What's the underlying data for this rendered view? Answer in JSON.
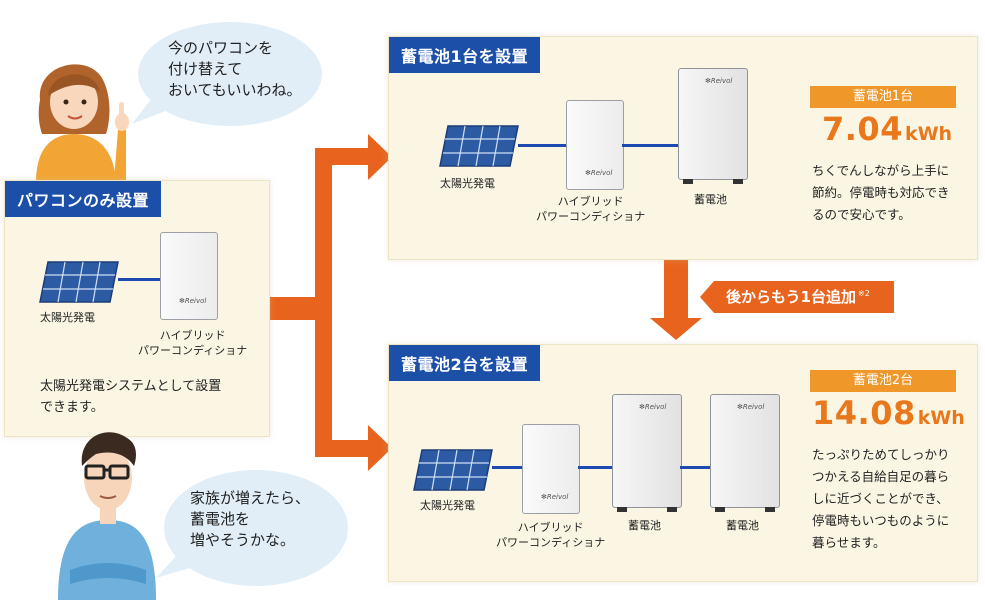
{
  "bubbles": {
    "woman": [
      "今のパワコンを",
      "付け替えて",
      "おいてもいいわね。"
    ],
    "man": [
      "家族が増えたら、",
      "蓄電池を",
      "増やそうかな。"
    ]
  },
  "left_panel": {
    "title": "パワコンのみ設置",
    "solar_label": "太陽光発電",
    "hybrid_label": [
      "ハイブリッド",
      "パワーコンディショナ"
    ],
    "description": [
      "太陽光発電システムとして設置",
      "できます。"
    ]
  },
  "top_panel": {
    "title": "蓄電池1台を設置",
    "solar_label": "太陽光発電",
    "hybrid_label": [
      "ハイブリッド",
      "パワーコンディショナ"
    ],
    "battery_label": "蓄電池",
    "capacity_tag": "蓄電池1台",
    "capacity_value": "7.04",
    "capacity_unit": "kWh",
    "description": [
      "ちくでんしながら上手に",
      "節約。停電時も対応でき",
      "るので安心です。"
    ]
  },
  "add_arrow": {
    "label": "後からもう1台追加",
    "note": "※2"
  },
  "bottom_panel": {
    "title": "蓄電池2台を設置",
    "solar_label": "太陽光発電",
    "hybrid_label": [
      "ハイブリッド",
      "パワーコンディショナ"
    ],
    "battery_label_1": "蓄電池",
    "battery_label_2": "蓄電池",
    "capacity_tag": "蓄電池2台",
    "capacity_value": "14.08",
    "capacity_unit": "kWh",
    "description": [
      "たっぷりためてしっかり",
      "つかえる自給自足の暮ら",
      "しに近づくことができ、",
      "停電時もいつものように",
      "暮らせます。"
    ]
  },
  "colors": {
    "blue_tag": "#1c4fa8",
    "orange_arrow": "#e8641e",
    "orange_tag": "#f0972a",
    "value_orange": "#e9771b",
    "panel_bg": "#faf6e3",
    "wire_blue": "#1e49b0"
  }
}
